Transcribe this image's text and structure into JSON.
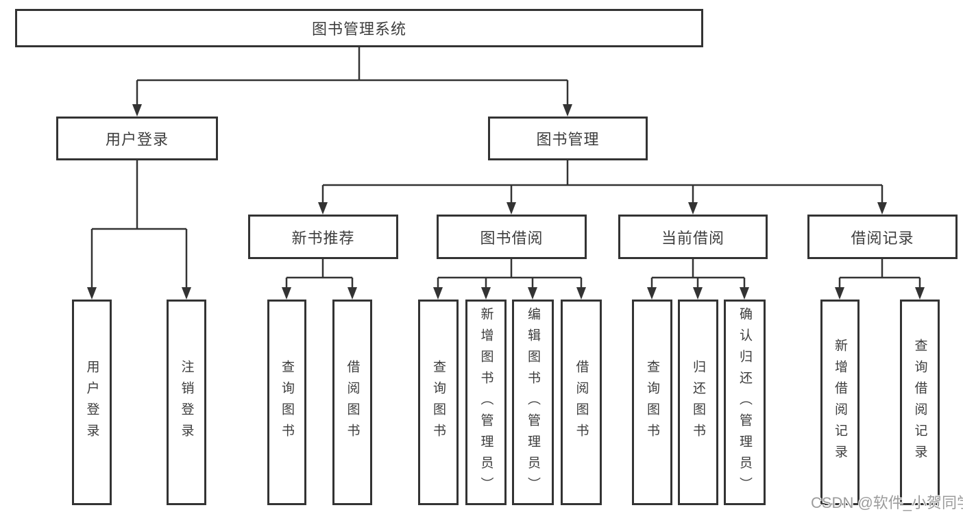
{
  "diagram": {
    "root": {
      "label": "图书管理系统"
    },
    "branches": [
      {
        "label": "用户登录",
        "parent": "图书管理系统"
      },
      {
        "label": "图书管理",
        "parent": "图书管理系统"
      }
    ],
    "modules": [
      {
        "label": "新书推荐",
        "parent": "图书管理"
      },
      {
        "label": "图书借阅",
        "parent": "图书管理"
      },
      {
        "label": "当前借阅",
        "parent": "图书管理"
      },
      {
        "label": "借阅记录",
        "parent": "图书管理"
      }
    ],
    "leaves": [
      {
        "label": "用户登录",
        "parent": "用户登录"
      },
      {
        "label": "注销登录",
        "parent": "用户登录"
      },
      {
        "label": "查询图书",
        "parent": "新书推荐"
      },
      {
        "label": "借阅图书",
        "parent": "新书推荐"
      },
      {
        "label": "查询图书",
        "parent": "图书借阅"
      },
      {
        "label": "新增图书（管理员）",
        "parent": "图书借阅"
      },
      {
        "label": "编辑图书（管理员）",
        "parent": "图书借阅"
      },
      {
        "label": "借阅图书",
        "parent": "图书借阅"
      },
      {
        "label": "查询图书",
        "parent": "当前借阅"
      },
      {
        "label": "归还图书",
        "parent": "当前借阅"
      },
      {
        "label": "确认归还（管理员）",
        "parent": "当前借阅"
      },
      {
        "label": "新增借阅记录",
        "parent": "借阅记录"
      },
      {
        "label": "查询借阅记录",
        "parent": "借阅记录"
      }
    ]
  },
  "watermark": "CSDN @软件_小贺同学",
  "colors": {
    "line": "#333333",
    "text": "#3d3d3d",
    "background": "#ffffff",
    "watermark": "#9b9b9b"
  }
}
